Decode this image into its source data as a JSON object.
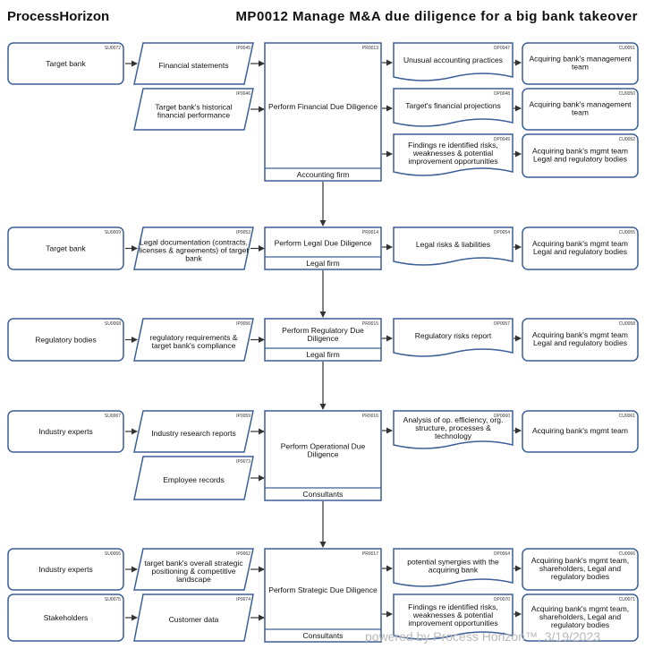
{
  "header": {
    "brand": "ProcessHorizon",
    "title": "MP0012 Manage M&A due diligence for a big bank takeover"
  },
  "footer": {
    "text": "powered by Process Horizon™, 3/19/2023"
  },
  "colors": {
    "stroke": "#3b5f97",
    "arrow": "#333333"
  },
  "rows": [
    {
      "suppliers": [
        {
          "code": "SU0072",
          "label": [
            "Target bank"
          ]
        }
      ],
      "inputs": [
        {
          "code": "IP0045",
          "label": [
            "Financial statements"
          ]
        },
        {
          "code": "IP0046",
          "label": [
            "Target bank's historical",
            "financial performance"
          ]
        }
      ],
      "process": {
        "code": "PR0013",
        "label": [
          "Perform Financial Due Diligence"
        ],
        "lane": "Accounting firm"
      },
      "outputs": [
        {
          "code": "OP0047",
          "label": [
            "Unusual accounting practices"
          ]
        },
        {
          "code": "OP0048",
          "label": [
            "Target's financial projections"
          ]
        },
        {
          "code": "OP0049",
          "label": [
            "Findings re identified risks,",
            "weaknesses & potential",
            "improvement opportunities"
          ]
        }
      ],
      "customers": [
        {
          "code": "CU0051",
          "label": [
            "Acquiring bank's management",
            "team"
          ]
        },
        {
          "code": "CU0050",
          "label": [
            "Acquiring bank's management",
            "team"
          ]
        },
        {
          "code": "CU0052",
          "label": [
            "Acquiring bank's mgmt team",
            "Legal and regulatory bodies"
          ]
        }
      ]
    },
    {
      "suppliers": [
        {
          "code": "SU0009",
          "label": [
            "Target bank"
          ]
        }
      ],
      "inputs": [
        {
          "code": "IP0053",
          "label": [
            "Legal documentation (contracts,",
            "licenses & agreements) of target",
            "bank"
          ]
        }
      ],
      "process": {
        "code": "PR0014",
        "label": [
          "Perform Legal Due Diligence"
        ],
        "lane": "Legal firm"
      },
      "outputs": [
        {
          "code": "OP0054",
          "label": [
            "Legal risks & liabilities"
          ]
        }
      ],
      "customers": [
        {
          "code": "CU0055",
          "label": [
            "Acquiring bank's mgmt team",
            "Legal and regulatory bodies"
          ]
        }
      ]
    },
    {
      "suppliers": [
        {
          "code": "SU0068",
          "label": [
            "Regulatory bodies"
          ]
        }
      ],
      "inputs": [
        {
          "code": "IP0056",
          "label": [
            "regulatory requirements &",
            "target bank's compliance"
          ]
        }
      ],
      "process": {
        "code": "PR0015",
        "label": [
          "Perform Regulatory Due",
          "Diligence"
        ],
        "lane": "Legal firm"
      },
      "outputs": [
        {
          "code": "OP0057",
          "label": [
            "Regulatory risks report"
          ]
        }
      ],
      "customers": [
        {
          "code": "CU0058",
          "label": [
            "Acquiring bank's mgmt team",
            "Legal and regulatory bodies"
          ]
        }
      ]
    },
    {
      "suppliers": [
        {
          "code": "SU0067",
          "label": [
            "Industry experts"
          ]
        }
      ],
      "inputs": [
        {
          "code": "IP0059",
          "label": [
            "Industry research reports"
          ]
        },
        {
          "code": "IP0073",
          "label": [
            "Employee records"
          ]
        }
      ],
      "process": {
        "code": "PR0016",
        "label": [
          "Perform Operational Due",
          "Diligence"
        ],
        "lane": "Consultants"
      },
      "outputs": [
        {
          "code": "OP0060",
          "label": [
            "Analysis of op. efficiency, org.",
            "structure, processes &",
            "technology"
          ]
        }
      ],
      "customers": [
        {
          "code": "CU0061",
          "label": [
            "Acquiring bank's mgmt team"
          ]
        }
      ]
    },
    {
      "suppliers": [
        {
          "code": "SU0065",
          "label": [
            "Industry experts"
          ]
        },
        {
          "code": "SU0075",
          "label": [
            "Stakeholders"
          ]
        }
      ],
      "inputs": [
        {
          "code": "IP0062",
          "label": [
            "target bank's overall strategic",
            "positioning & competitive",
            "landscape"
          ]
        },
        {
          "code": "IP0074",
          "label": [
            "Customer data"
          ]
        }
      ],
      "process": {
        "code": "PR0017",
        "label": [
          "Perform Strategic Due Diligence"
        ],
        "lane": "Consultants"
      },
      "outputs": [
        {
          "code": "OP0064",
          "label": [
            "potential synergies with the",
            "acquiring bank"
          ]
        },
        {
          "code": "OP0070",
          "label": [
            "Findings re identified risks,",
            "weaknesses & potential",
            "improvement opportunities"
          ]
        }
      ],
      "customers": [
        {
          "code": "CU0066",
          "label": [
            "Acquiring bank's mgmt team,",
            "shareholders, Legal and",
            "regulatory bodies"
          ]
        },
        {
          "code": "CU0071",
          "label": [
            "Acquiring bank's mgmt team,",
            "shareholders, Legal and",
            "regulatory bodies"
          ]
        }
      ]
    }
  ]
}
